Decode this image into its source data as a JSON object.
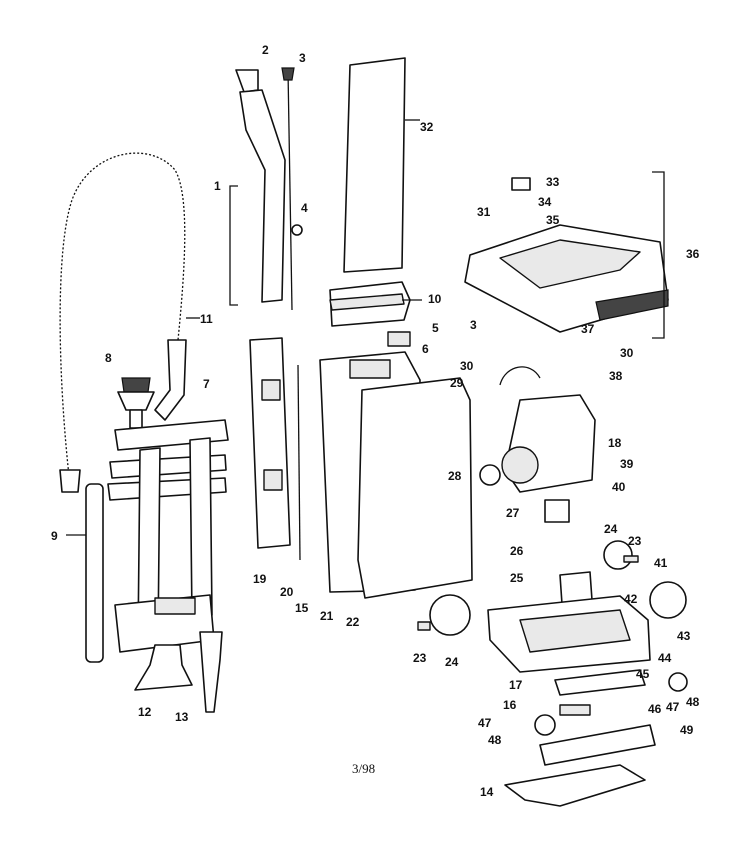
{
  "diagram": {
    "footer_text": "3/98",
    "labels": [
      "1",
      "2",
      "3",
      "3",
      "4",
      "5",
      "6",
      "7",
      "8",
      "9",
      "10",
      "11",
      "12",
      "13",
      "14",
      "15",
      "16",
      "17",
      "18",
      "19",
      "20",
      "21",
      "22",
      "23",
      "23",
      "24",
      "24",
      "25",
      "26",
      "27",
      "28",
      "29",
      "30",
      "30",
      "31",
      "32",
      "33",
      "34",
      "35",
      "36",
      "37",
      "38",
      "39",
      "40",
      "41",
      "42",
      "43",
      "44",
      "45",
      "46",
      "47",
      "47",
      "48",
      "48",
      "49"
    ]
  }
}
